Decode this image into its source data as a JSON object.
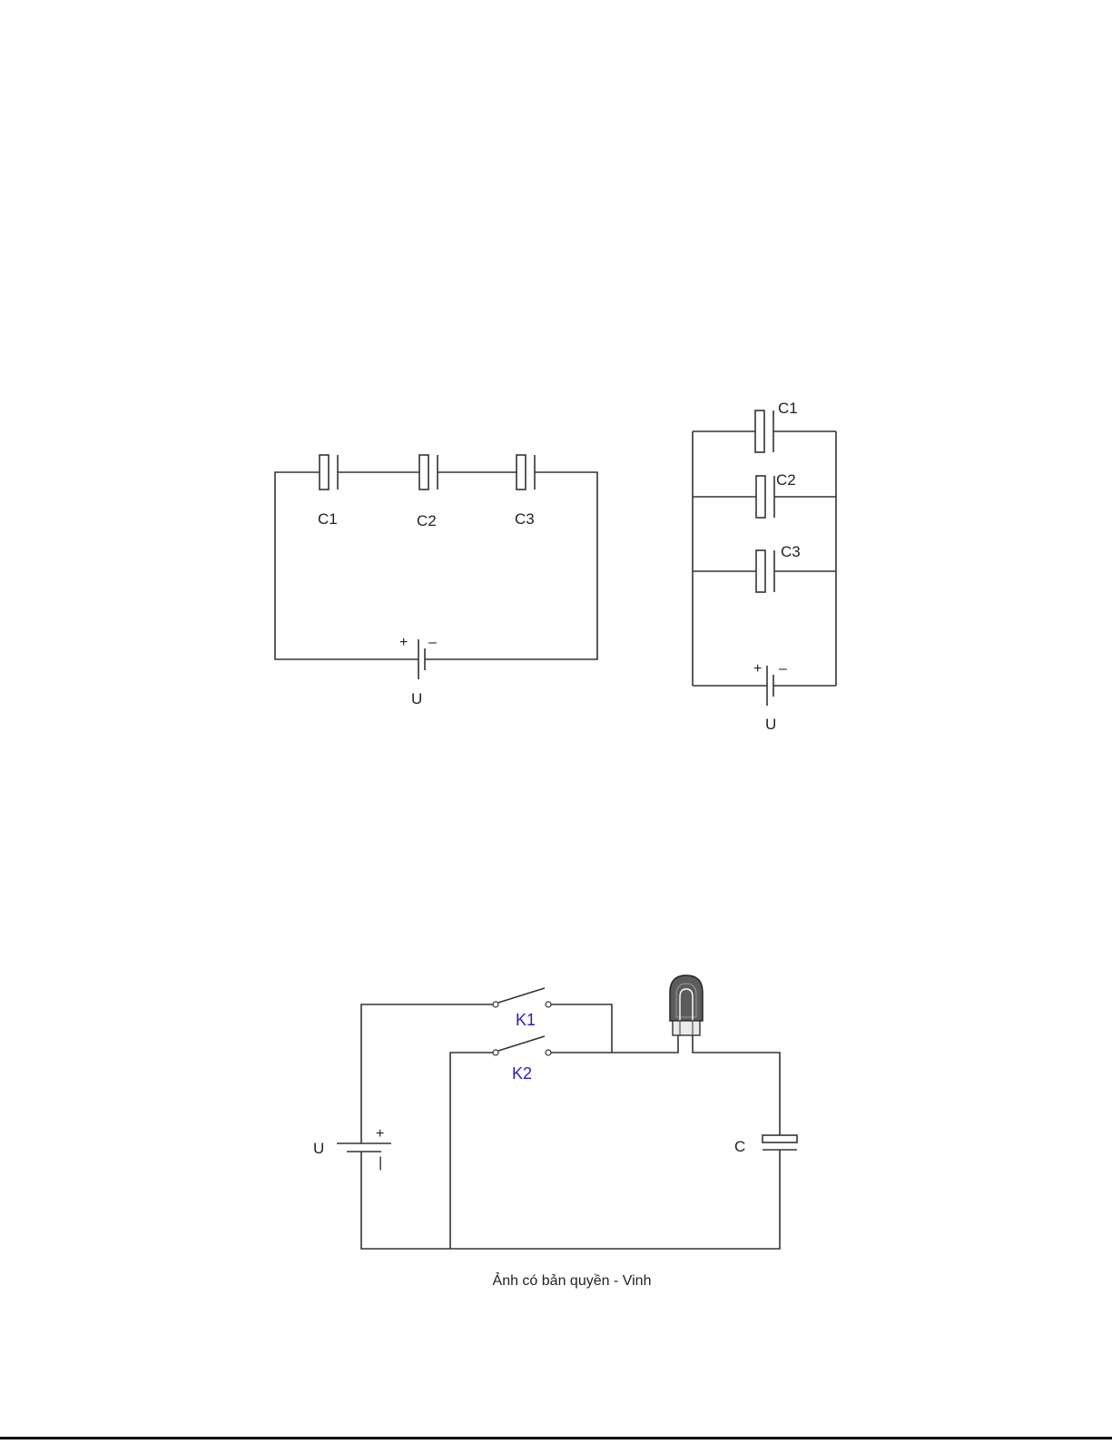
{
  "series_circuit": {
    "capacitor_labels": [
      "C1",
      "C2",
      "C3"
    ],
    "battery_plus": "+",
    "battery_minus": "–",
    "battery_label": "U"
  },
  "parallel_circuit": {
    "capacitor_labels": [
      "C1",
      "C2",
      "C3"
    ],
    "battery_plus": "+",
    "battery_minus": "–",
    "battery_label": "U"
  },
  "charging_circuit": {
    "switch_1_label": "K1",
    "switch_2_label": "K2",
    "battery_label": "U",
    "battery_plus": "+",
    "battery_minus": "|",
    "capacitor_label": "C",
    "lamp": "bulb-icon",
    "switch_label_color": "#2a1cb8"
  },
  "caption": "Ảnh có bản quyền - Vinh"
}
